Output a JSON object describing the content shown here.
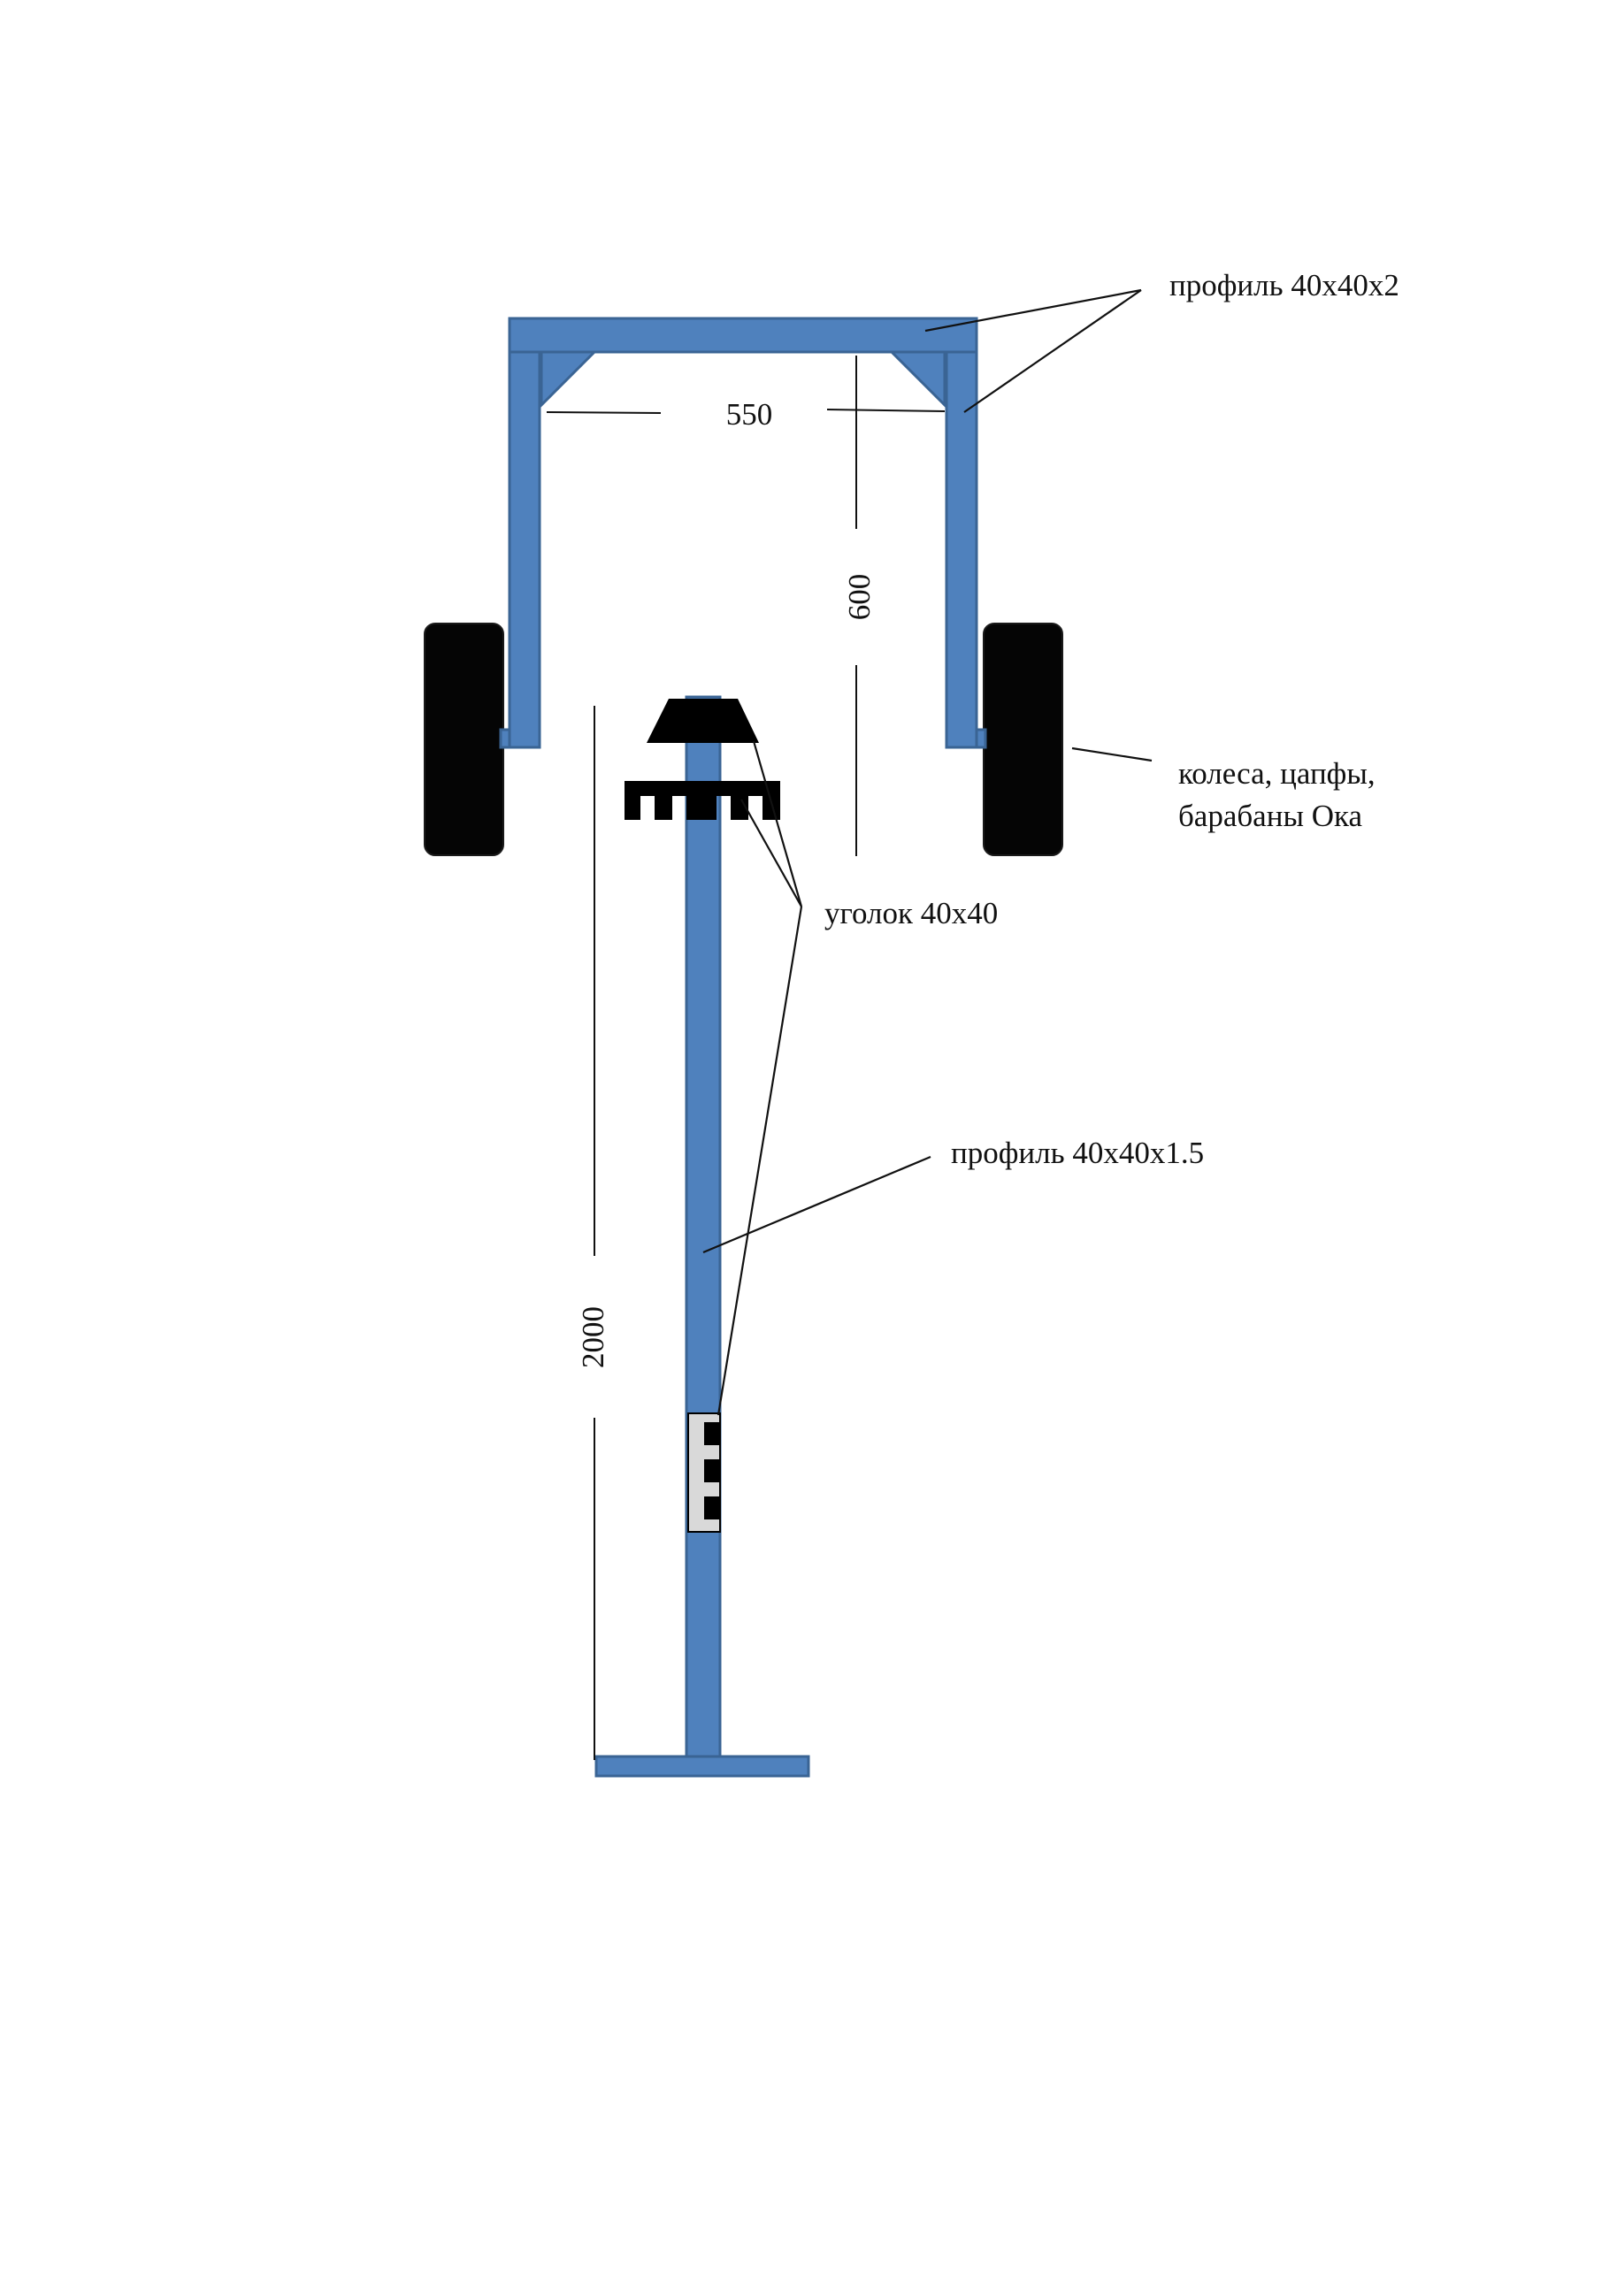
{
  "labels": {
    "top_profile": "профиль 40х40х2",
    "wheels_line1": "колеса, цапфы,",
    "wheels_line2": "барабаны  Ока",
    "angle": "уголок 40х40",
    "drawbar_profile": "профиль 40х40х1.5"
  },
  "dimensions": {
    "width": "550",
    "height": "600",
    "length": "2000"
  },
  "colors": {
    "steel_profile": "#4f81bd",
    "wheel": "#050505",
    "angle_steel": "#000000",
    "coupler": "#d9d9d9"
  }
}
